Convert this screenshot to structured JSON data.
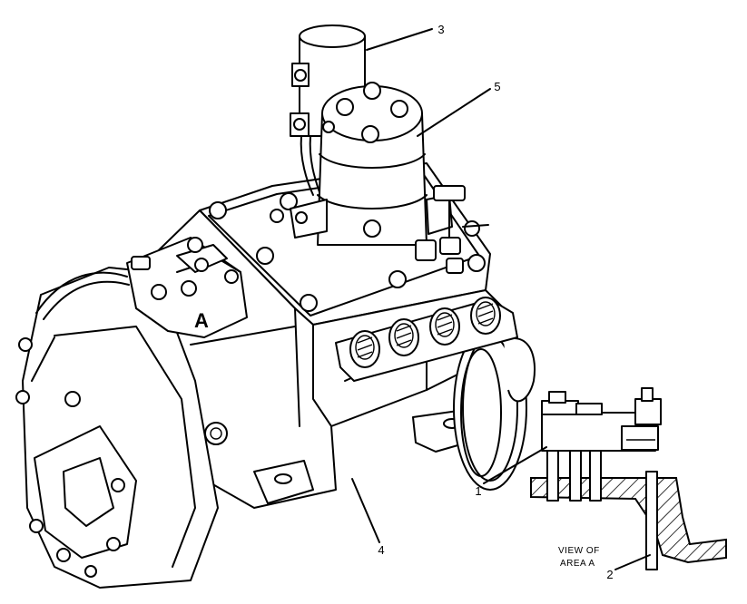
{
  "callouts": [
    {
      "id": "1",
      "label": "1"
    },
    {
      "id": "2",
      "label": "2"
    },
    {
      "id": "3",
      "label": "3"
    },
    {
      "id": "4",
      "label": "4"
    },
    {
      "id": "5",
      "label": "5"
    }
  ],
  "area_letter": "A",
  "view_note": {
    "line1": "VIEW OF",
    "line2": "AREA  A"
  }
}
